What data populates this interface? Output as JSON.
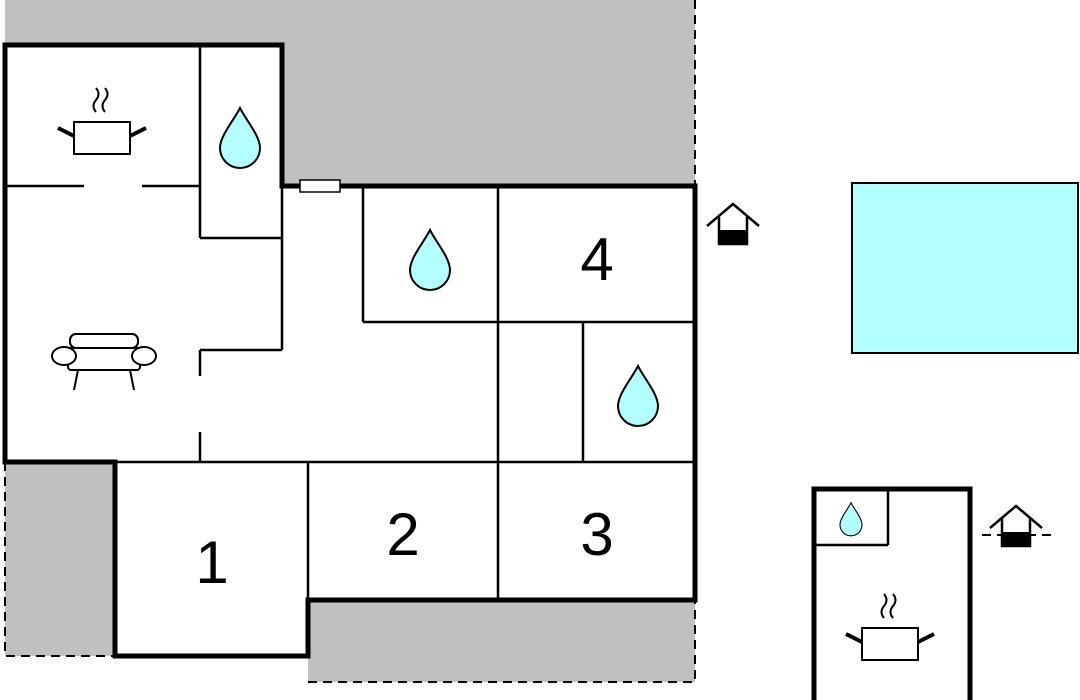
{
  "colors": {
    "terrace": "#c0c0c0",
    "pool": "#b3ffff",
    "water": "#b3ffff",
    "wall": "#000000"
  },
  "bedrooms": [
    {
      "label": "1"
    },
    {
      "label": "2"
    },
    {
      "label": "3"
    },
    {
      "label": "4"
    }
  ],
  "icons": [
    "kitchen-pot-icon",
    "bathroom-drop-icon",
    "sofa-icon",
    "house-entrance-icon",
    "window-icon"
  ]
}
